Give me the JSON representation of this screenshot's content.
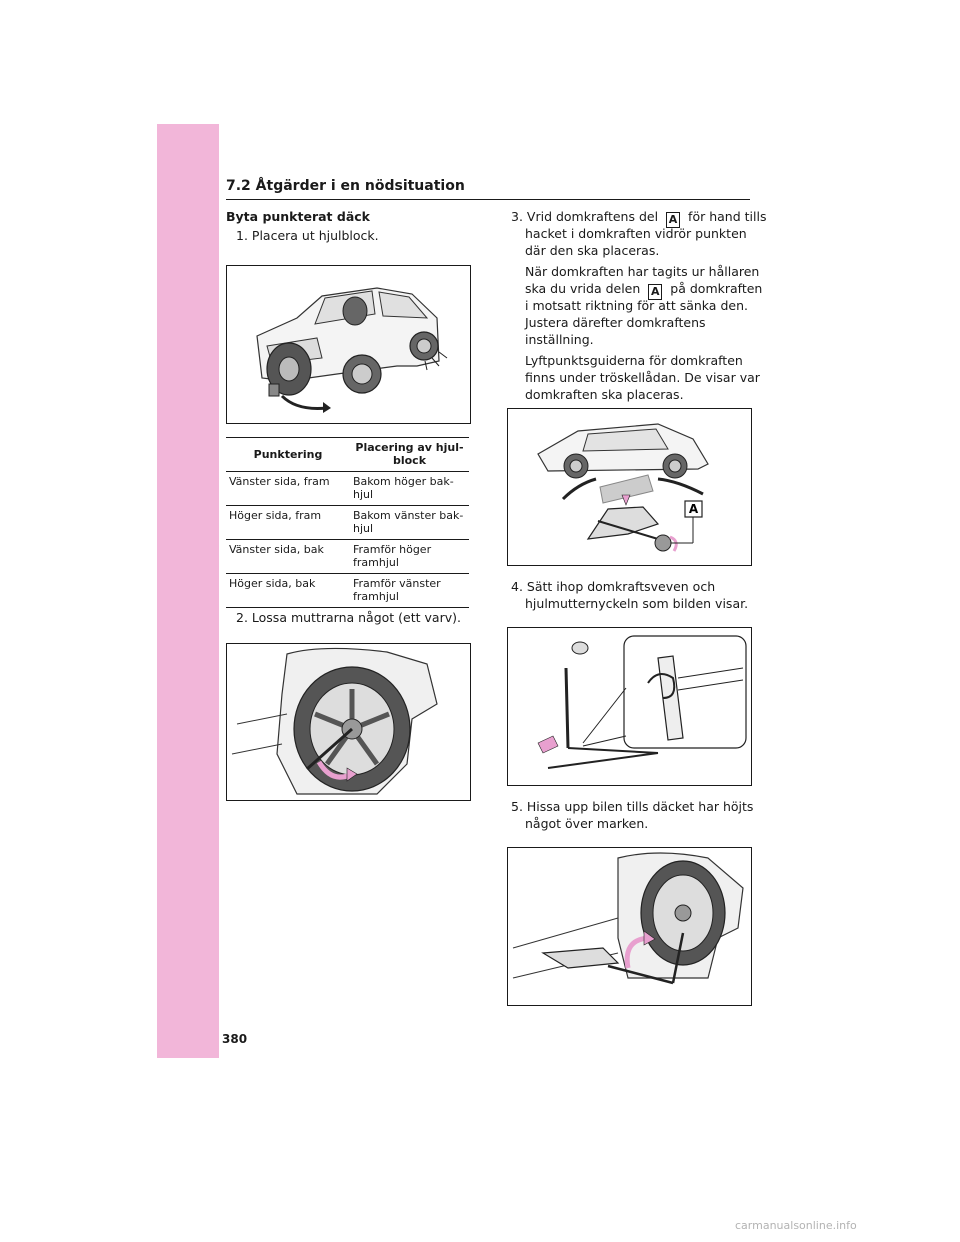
{
  "header": {
    "section_title": "7.2  Åtgärder i en nödsituation"
  },
  "page_number": "380",
  "left": {
    "heading": "Byta punkterat däck",
    "step1": "1. Placera ut hjulblock.",
    "table": {
      "headers": [
        "Punktering",
        "Placering av hjul-block"
      ],
      "rows": [
        [
          "Vänster sida, fram",
          "Bakom höger bak-hjul"
        ],
        [
          "Höger sida, fram",
          "Bakom vänster bak-hjul"
        ],
        [
          "Vänster sida, bak",
          "Framför höger framhjul"
        ],
        [
          "Höger sida, bak",
          "Framför vänster framhjul"
        ]
      ]
    },
    "step2": "2. Lossa muttrarna något (ett varv)."
  },
  "right": {
    "step3_a": "3. Vrid domkraftens del",
    "step3_b": "för hand tills",
    "step3_c": "hacket i domkraften vidrör punkten",
    "step3_d": "där den ska placeras.",
    "para1_a": "När domkraften har tagits ur hållaren",
    "para1_b": "ska du vrida delen",
    "para1_c": "på domkraften",
    "para1_d": "i motsatt riktning för att sänka den.",
    "para1_e": "Justera därefter domkraftens",
    "para1_f": "inställning.",
    "para2_a": "Lyftpunktsguiderna för domkraften",
    "para2_b": "finns under tröskellådan. De visar var",
    "para2_c": "domkraften ska placeras.",
    "callout_label": "A",
    "step4_a": "4. Sätt ihop domkraftsveven och",
    "step4_b": "hjulmutternyckeln som bilden visar.",
    "step5_a": "5. Hissa upp bilen tills däcket har höjts",
    "step5_b": "något över marken."
  },
  "watermark": "carmanualsonline.info",
  "colors": {
    "sidebar": "#f2b6d9",
    "arrow_pink": "#e8a0cf"
  }
}
